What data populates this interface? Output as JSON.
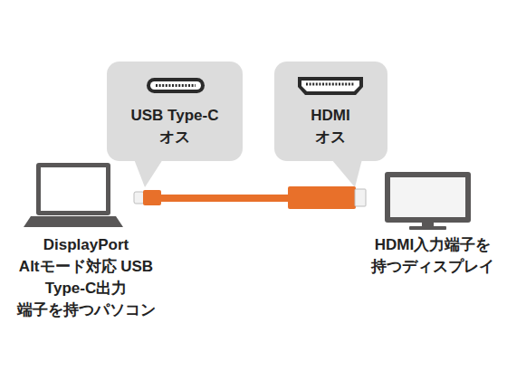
{
  "diagram": {
    "nodes": [
      {
        "text": [
          "USB Type-C オス"
        ]
      },
      {
        "text": [
          "HDMI オス"
        ]
      },
      {
        "text": [
          "DisplayPort Altモード対応 USB Type-C出力 端子を持つパソコン"
        ]
      },
      {
        "text": [
          "HDMI入力端子を 持つディスプレイ"
        ]
      }
    ],
    "edges": [
      {
        "from": 2,
        "to": 3,
        "arrow": "none"
      }
    ]
  }
}
